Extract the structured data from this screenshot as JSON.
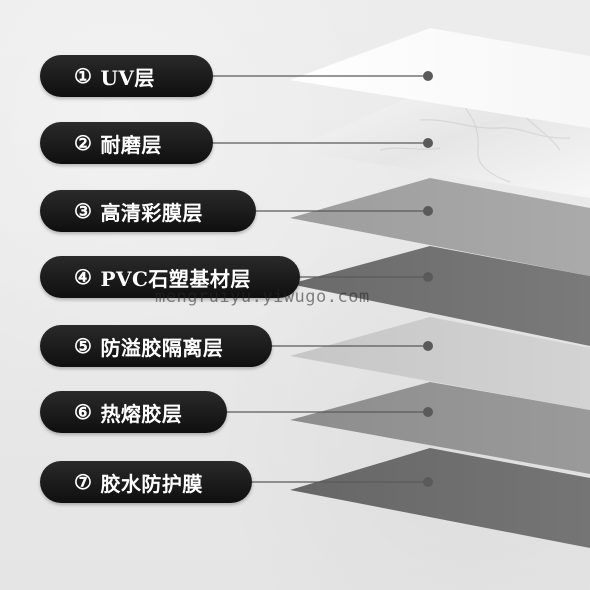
{
  "layers": [
    {
      "number": "①",
      "name": "UV层",
      "color": "#fbfbfb"
    },
    {
      "number": "②",
      "name": "耐磨层",
      "color": "#f4f4f4"
    },
    {
      "number": "③",
      "name": "高清彩膜层",
      "color": "#a0a0a0"
    },
    {
      "number": "④",
      "name": "PVC石塑基材层",
      "color": "#6e6e6e"
    },
    {
      "number": "⑤",
      "name": "防溢胶隔离层",
      "color": "#c9c9c9"
    },
    {
      "number": "⑥",
      "name": "热熔胶层",
      "color": "#8f8f8f"
    },
    {
      "number": "⑦",
      "name": "胶水防护膜",
      "color": "#6c6c6c"
    }
  ],
  "watermark": "mengruiyu.yiwugo.com",
  "colors": {
    "pill_bg": "#161616",
    "pill_text": "#ffffff",
    "line": "#555555",
    "dot": "#555555"
  }
}
